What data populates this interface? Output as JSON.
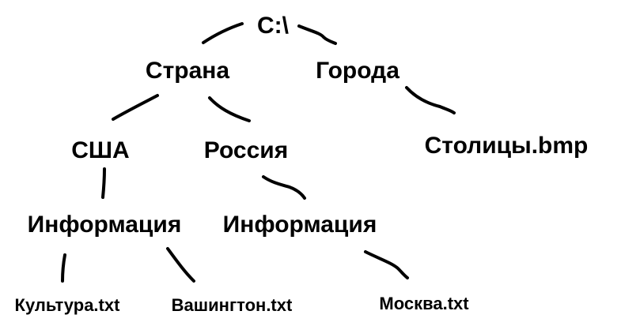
{
  "tree": {
    "root": "C:\\",
    "level1": {
      "left": "Страна",
      "right": "Города"
    },
    "level2": {
      "usa": "США",
      "russia": "Россия",
      "capitals_file": "Столицы.bmp"
    },
    "level3": {
      "usa_info": "Информация",
      "russia_info": "Информация"
    },
    "level4": {
      "culture_file": "Культура.txt",
      "washington_file": "Вашингтон.txt",
      "moscow_file": "Москва.txt"
    }
  }
}
